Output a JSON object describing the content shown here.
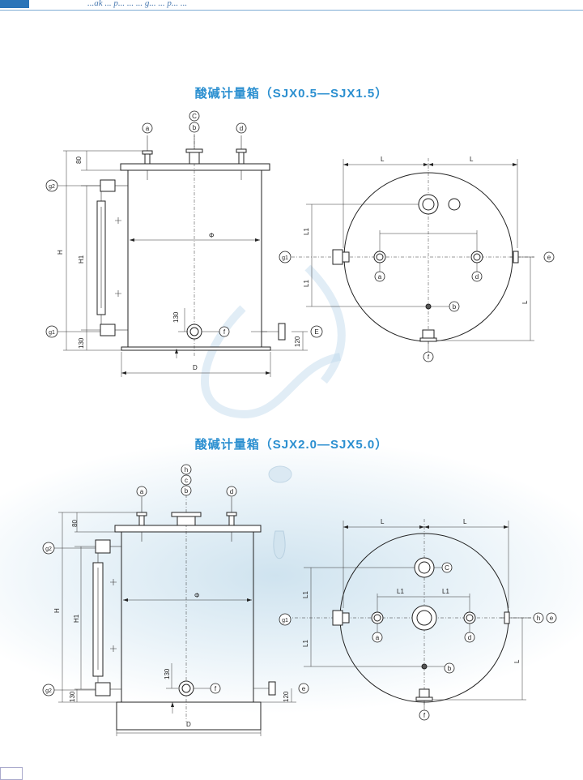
{
  "header": {
    "text": "...ak ... p... ... ... g... ... p... ..."
  },
  "titles": {
    "top": "酸碱计量箱（SJX0.5—SJX1.5）",
    "bottom": "酸碱计量箱（SJX2.0—SJX5.0）"
  },
  "labels": {
    "a": "a",
    "b": "b",
    "c": "c",
    "C": "C",
    "d": "d",
    "e": "e",
    "E": "E",
    "f": "f",
    "g1": "g1",
    "g2": "g2",
    "h": "h",
    "H": "H",
    "H1": "H1",
    "D": "D",
    "phi": "Φ",
    "L": "L",
    "L1": "L1",
    "dim80": "80",
    "dim130": "130",
    "dim120": "120"
  },
  "colors": {
    "title": "#2b8fd0",
    "accent": "#2a74b8",
    "background_glow": "#cfe3ef"
  }
}
